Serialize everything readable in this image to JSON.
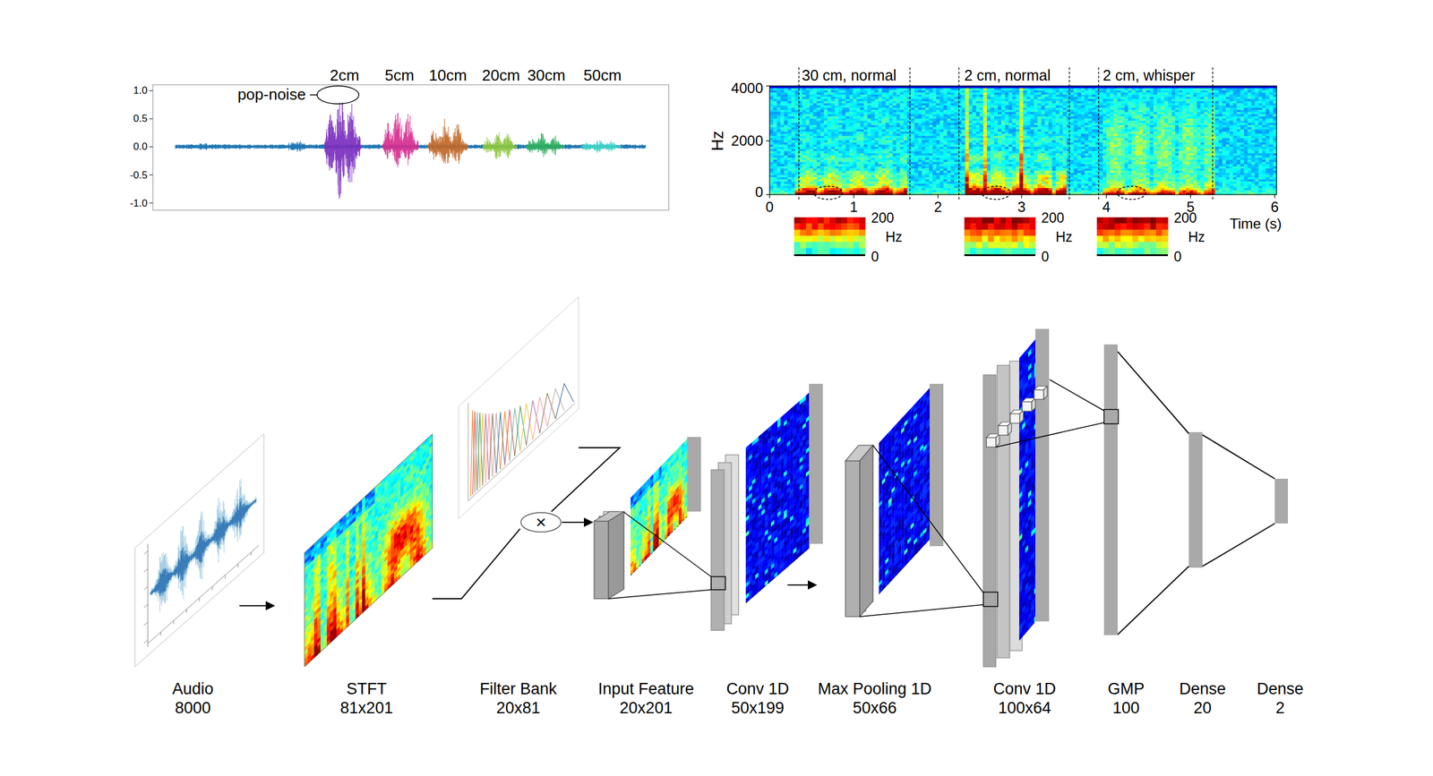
{
  "diagram": {
    "nodes": [
      {
        "text": [
          "Audio",
          "8000"
        ]
      },
      {
        "text": [
          "STFT",
          "81x201"
        ]
      },
      {
        "text": [
          "Filter Bank",
          "20x81"
        ]
      },
      {
        "text": [
          "×"
        ]
      },
      {
        "text": [
          "Input Feature",
          "20x201"
        ]
      },
      {
        "text": [
          "Conv 1D",
          "50x199"
        ]
      },
      {
        "text": [
          "Max Pooling 1D",
          "50x66"
        ]
      },
      {
        "text": [
          "Conv 1D",
          "100x64"
        ]
      },
      {
        "text": [
          "GMP",
          "100"
        ]
      },
      {
        "text": [
          "Dense",
          "20"
        ]
      },
      {
        "text": [
          "Dense",
          "2"
        ]
      }
    ],
    "edges": [
      {
        "from": 0,
        "to": 1,
        "arrow": "to"
      },
      {
        "from": 1,
        "to": 3,
        "arrow": "none"
      },
      {
        "from": 2,
        "to": 3,
        "arrow": "none"
      },
      {
        "from": 3,
        "to": 4,
        "arrow": "to"
      },
      {
        "from": 5,
        "to": 6,
        "arrow": "to"
      },
      {
        "from": 8,
        "to": 9,
        "arrow": "none"
      },
      {
        "from": 8,
        "to": 9,
        "arrow": "none"
      },
      {
        "from": 9,
        "to": 10,
        "arrow": "none"
      },
      {
        "from": 9,
        "to": 10,
        "arrow": "none"
      }
    ],
    "labels": [
      "pop-noise",
      "2cm",
      "5cm",
      "10cm",
      "20cm",
      "30cm",
      "50cm",
      "1.0",
      "0.5",
      "0.0",
      "-0.5",
      "-1.0",
      "30 cm, normal",
      "2 cm, normal",
      "2 cm, whisper",
      "4000",
      "2000",
      "0",
      "Hz",
      "0",
      "1",
      "2",
      "3",
      "4",
      "5",
      "6",
      "Time (s)",
      "200",
      "Hz",
      "0",
      "200",
      "Hz",
      "0",
      "200",
      "Hz",
      "0"
    ]
  }
}
